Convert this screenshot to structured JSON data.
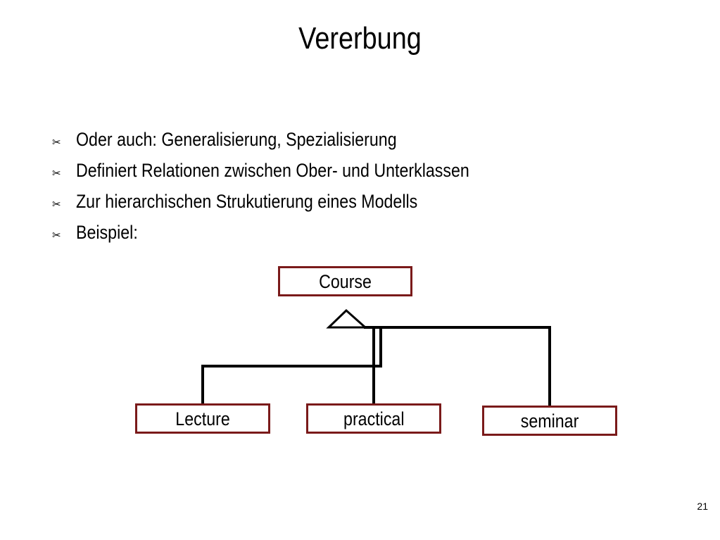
{
  "slide": {
    "title": "Vererbung",
    "bullets": [
      "Oder auch: Generalisierung, Spezialisierung",
      "Definiert Relationen zwischen Ober- und Unterklassen",
      "Zur hierarchischen Strukutierung eines Modells",
      "Beispiel:"
    ],
    "page_number": "21"
  },
  "diagram": {
    "type": "uml-class-inheritance",
    "superclass": "Course",
    "subclasses": [
      "Lecture",
      "practical",
      "seminar"
    ],
    "relationship": "generalization",
    "box_border_color": "#7a1a1a",
    "line_color": "#000000"
  },
  "icons": {
    "bullet": "scissors-icon"
  }
}
